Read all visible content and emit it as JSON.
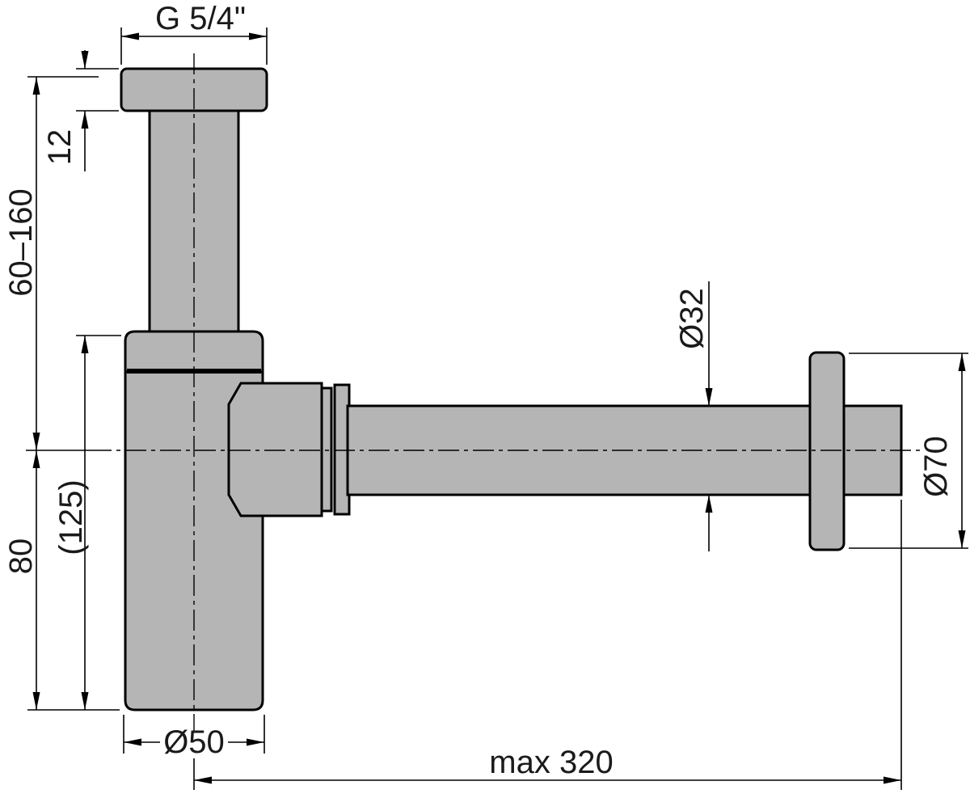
{
  "drawing": {
    "type": "technical-dimension-drawing",
    "subject": "bottle trap siphon with wall outlet",
    "labels": {
      "thread_size": "G 5/4\"",
      "flange_thickness": "12",
      "inlet_adjustable_height": "60–160",
      "body_height": "80",
      "overall_height_reference": "(125)",
      "body_diameter": "Ø50",
      "outlet_pipe_diameter": "Ø32",
      "wall_rosette_diameter": "Ø70",
      "outlet_max_length": "max 320"
    },
    "colors": {
      "part_fill": "#b5b5b5",
      "line": "#000000",
      "background": "#ffffff"
    }
  }
}
